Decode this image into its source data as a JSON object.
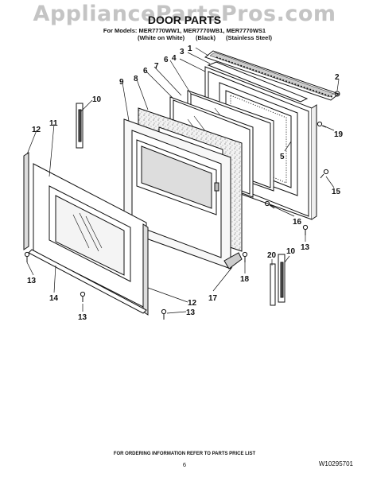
{
  "watermark": "AppliancePartsPros.com",
  "header": {
    "title": "DOOR PARTS",
    "models": "For Models: MER7770WW1, MER7770WB1, MER7770WS1",
    "variants": [
      "(White on White)",
      "(Black)",
      "(Stainless Steel)"
    ]
  },
  "callouts": [
    {
      "id": "c1",
      "label": "1"
    },
    {
      "id": "c2",
      "label": "2"
    },
    {
      "id": "c3",
      "label": "3"
    },
    {
      "id": "c4",
      "label": "4"
    },
    {
      "id": "c5",
      "label": "5"
    },
    {
      "id": "c6a",
      "label": "6"
    },
    {
      "id": "c6b",
      "label": "6"
    },
    {
      "id": "c7",
      "label": "7"
    },
    {
      "id": "c8",
      "label": "8"
    },
    {
      "id": "c9",
      "label": "9"
    },
    {
      "id": "c10a",
      "label": "10"
    },
    {
      "id": "c10b",
      "label": "10"
    },
    {
      "id": "c11",
      "label": "11"
    },
    {
      "id": "c12a",
      "label": "12"
    },
    {
      "id": "c12b",
      "label": "12"
    },
    {
      "id": "c13a",
      "label": "13"
    },
    {
      "id": "c13b",
      "label": "13"
    },
    {
      "id": "c13c",
      "label": "13"
    },
    {
      "id": "c13d",
      "label": "13"
    },
    {
      "id": "c14",
      "label": "14"
    },
    {
      "id": "c15",
      "label": "15"
    },
    {
      "id": "c16",
      "label": "16"
    },
    {
      "id": "c17",
      "label": "17"
    },
    {
      "id": "c18",
      "label": "18"
    },
    {
      "id": "c19",
      "label": "19"
    },
    {
      "id": "c20",
      "label": "20"
    }
  ],
  "footer": {
    "note": "FOR ORDERING INFORMATION REFER TO PARTS PRICE LIST",
    "page": "6",
    "doc_id": "W10295701"
  }
}
